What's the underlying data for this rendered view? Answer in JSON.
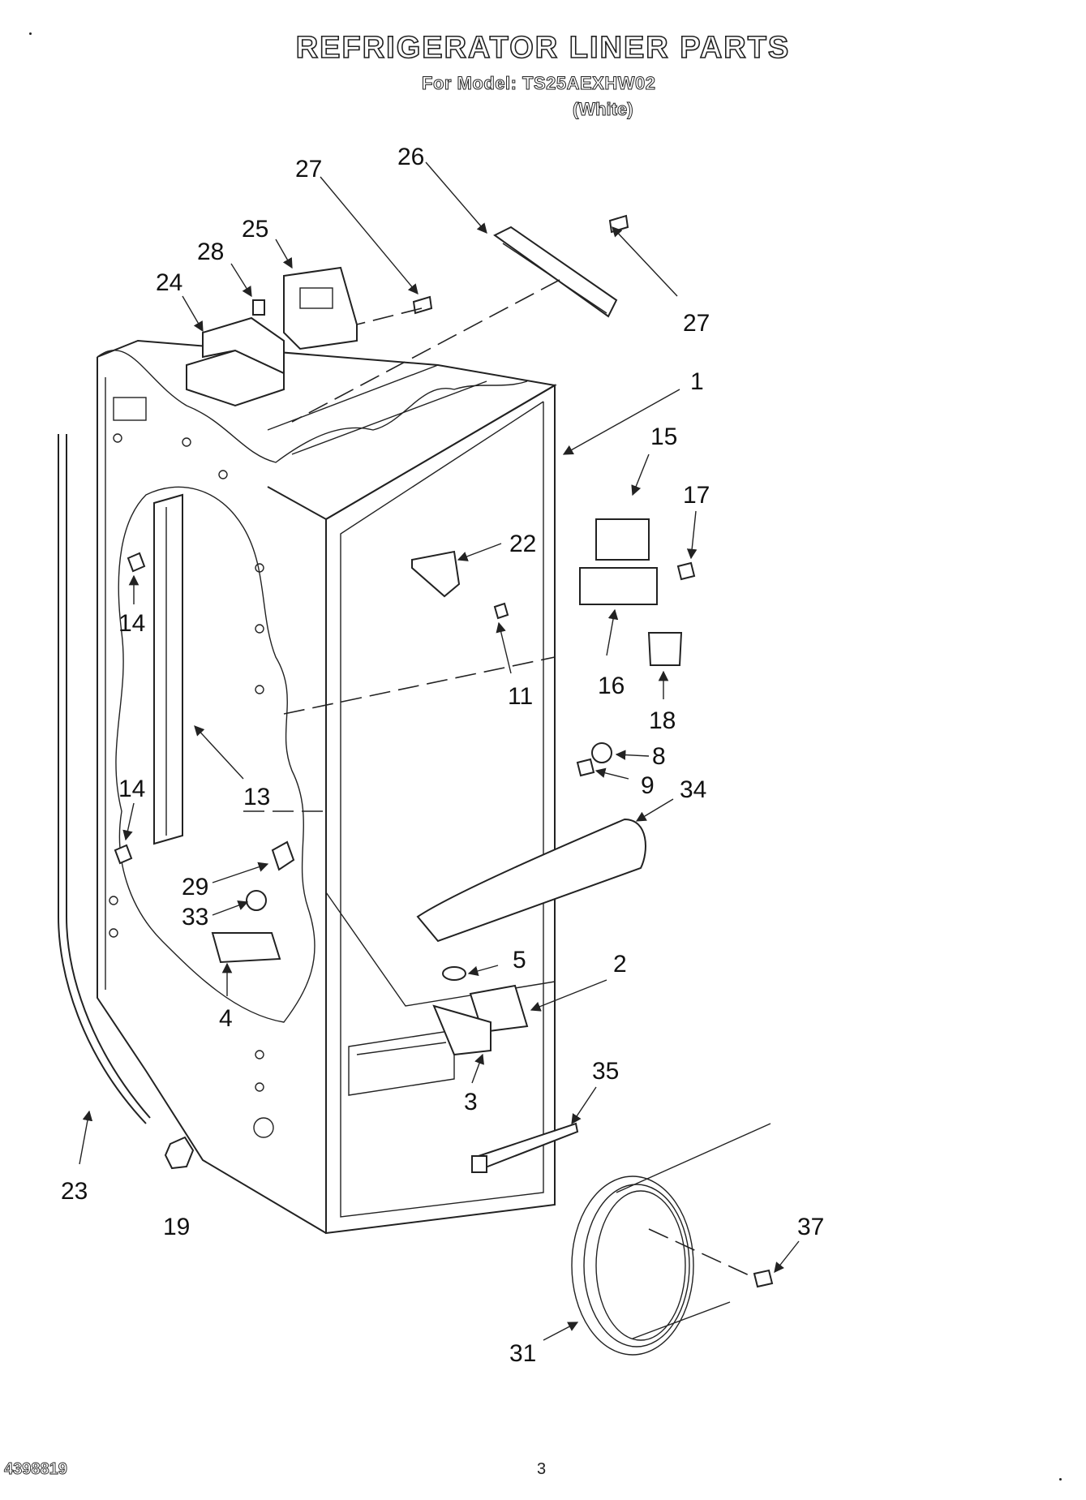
{
  "header": {
    "title": "REFRIGERATOR LINER PARTS",
    "model": "For Model: TS25AEXHW02",
    "color": "(White)"
  },
  "footer": {
    "doc_number": "4398819",
    "page_number": "3"
  },
  "callouts": {
    "c1": "1",
    "c2": "2",
    "c3": "3",
    "c4": "4",
    "c5": "5",
    "c8": "8",
    "c9": "9",
    "c11": "11",
    "c13": "13",
    "c14a": "14",
    "c14b": "14",
    "c15": "15",
    "c16": "16",
    "c17": "17",
    "c18": "18",
    "c19": "19",
    "c22": "22",
    "c23": "23",
    "c24": "24",
    "c25": "25",
    "c26": "26",
    "c27a": "27",
    "c27b": "27",
    "c28": "28",
    "c29": "29",
    "c31": "31",
    "c33": "33",
    "c34": "34",
    "c35": "35",
    "c37": "37"
  }
}
